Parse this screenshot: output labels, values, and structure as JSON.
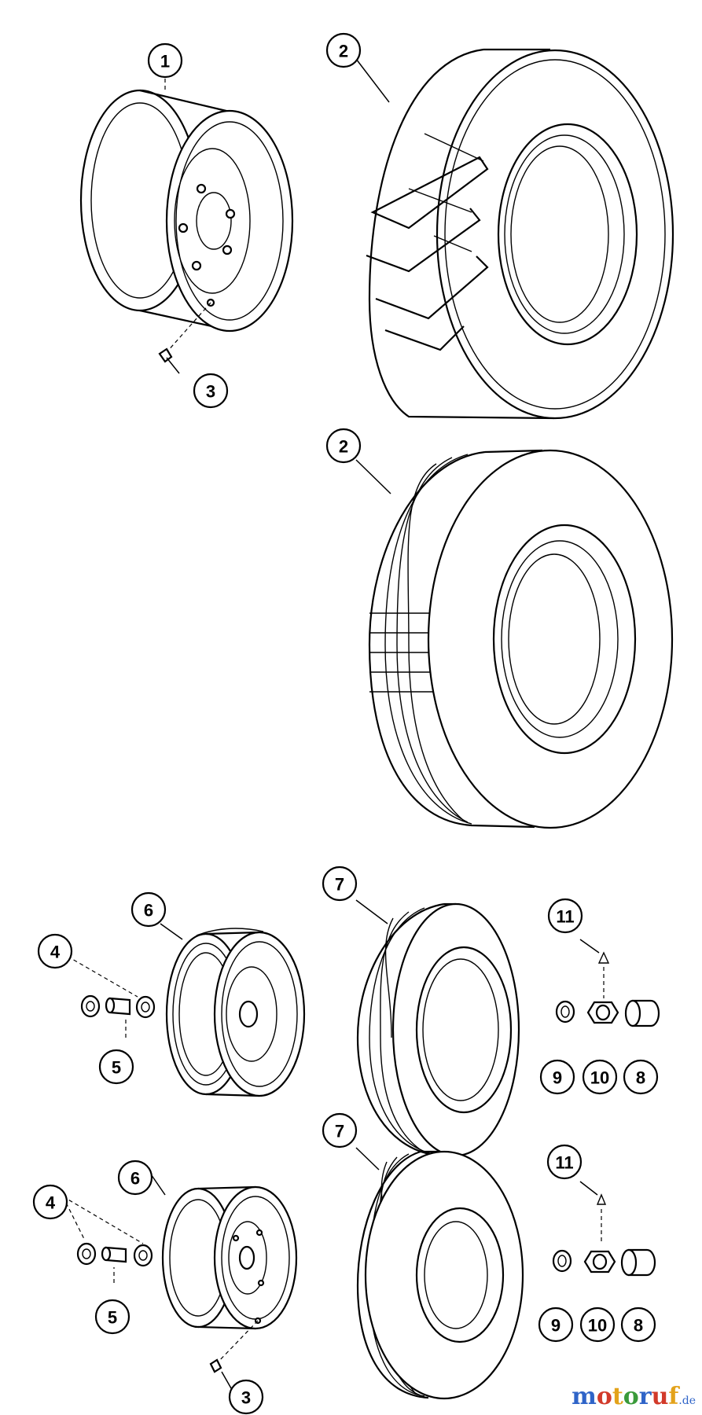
{
  "diagram": {
    "callouts": [
      {
        "id": "c1",
        "label": "1"
      },
      {
        "id": "c2a",
        "label": "2"
      },
      {
        "id": "c3a",
        "label": "3"
      },
      {
        "id": "c2b",
        "label": "2"
      },
      {
        "id": "c7a",
        "label": "7"
      },
      {
        "id": "c6a",
        "label": "6"
      },
      {
        "id": "c11a",
        "label": "11"
      },
      {
        "id": "c4a",
        "label": "4"
      },
      {
        "id": "c5a",
        "label": "5"
      },
      {
        "id": "c9a",
        "label": "9"
      },
      {
        "id": "c10a",
        "label": "10"
      },
      {
        "id": "c8a",
        "label": "8"
      },
      {
        "id": "c7b",
        "label": "7"
      },
      {
        "id": "c6b",
        "label": "6"
      },
      {
        "id": "c11b",
        "label": "11"
      },
      {
        "id": "c4b",
        "label": "4"
      },
      {
        "id": "c5b",
        "label": "5"
      },
      {
        "id": "c9b",
        "label": "9"
      },
      {
        "id": "c10b",
        "label": "10"
      },
      {
        "id": "c8b",
        "label": "8"
      },
      {
        "id": "c3b",
        "label": "3"
      }
    ]
  },
  "watermark": {
    "letters": [
      "m",
      "o",
      "t",
      "o",
      "r",
      "u",
      "f"
    ],
    "colors": [
      "#2f64c8",
      "#d23a2a",
      "#e3a21a",
      "#3a9a3a",
      "#2f64c8",
      "#d23a2a",
      "#e3a21a"
    ],
    "suffix": ".de"
  }
}
